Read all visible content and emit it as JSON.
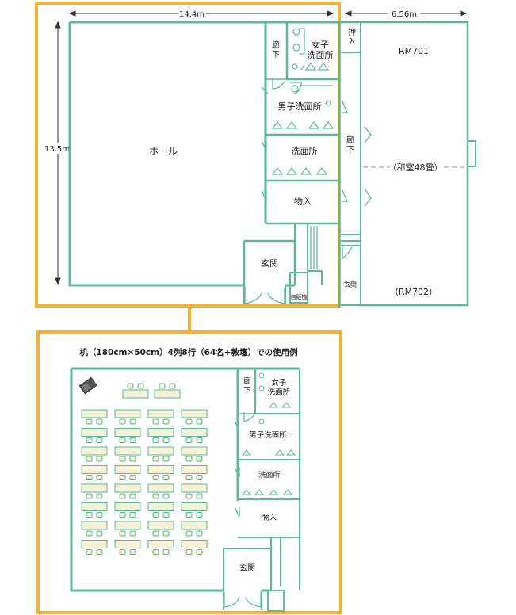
{
  "colors": {
    "wall": "#5bb89a",
    "highlight": "#f2b233",
    "desk": "#f5f2d8",
    "desk_stroke": "#5bb89a",
    "text": "#222222",
    "dim": "#333333",
    "dashed": "#9a9a9a"
  },
  "top_plan": {
    "dim_width_hall": "14.4m",
    "dim_width_rm": "6.56m",
    "dim_height": "13.5m",
    "hall_label": "ホール",
    "corridor_label": "廊\n下",
    "womens_label": "女子\n洗面所",
    "mens_label": "男子洗面所",
    "washroom_label": "洗面所",
    "storage_label": "物入",
    "entrance_label": "玄関",
    "phone_label": "自販機",
    "closet_label": "押\n入",
    "corridor2_label": "廊\n下",
    "entrance2_label": "玄関",
    "rm701_label": "RM701",
    "japanese_room_label": "（和室48畳）",
    "rm702_label": "（RM702）"
  },
  "bottom_plan": {
    "title": "机（180cm×50cm）4列8行（64名+教壇）での使用例",
    "corridor_label": "廊\n下",
    "womens_label": "女子\n洗面所",
    "mens_label": "男子洗面所",
    "washroom_label": "洗面所",
    "storage_label": "物入",
    "entrance_label": "玄関"
  },
  "layout": {
    "desk_columns": 4,
    "desk_rows": 8,
    "seats_per_desk": 2,
    "front_desks": 2
  }
}
